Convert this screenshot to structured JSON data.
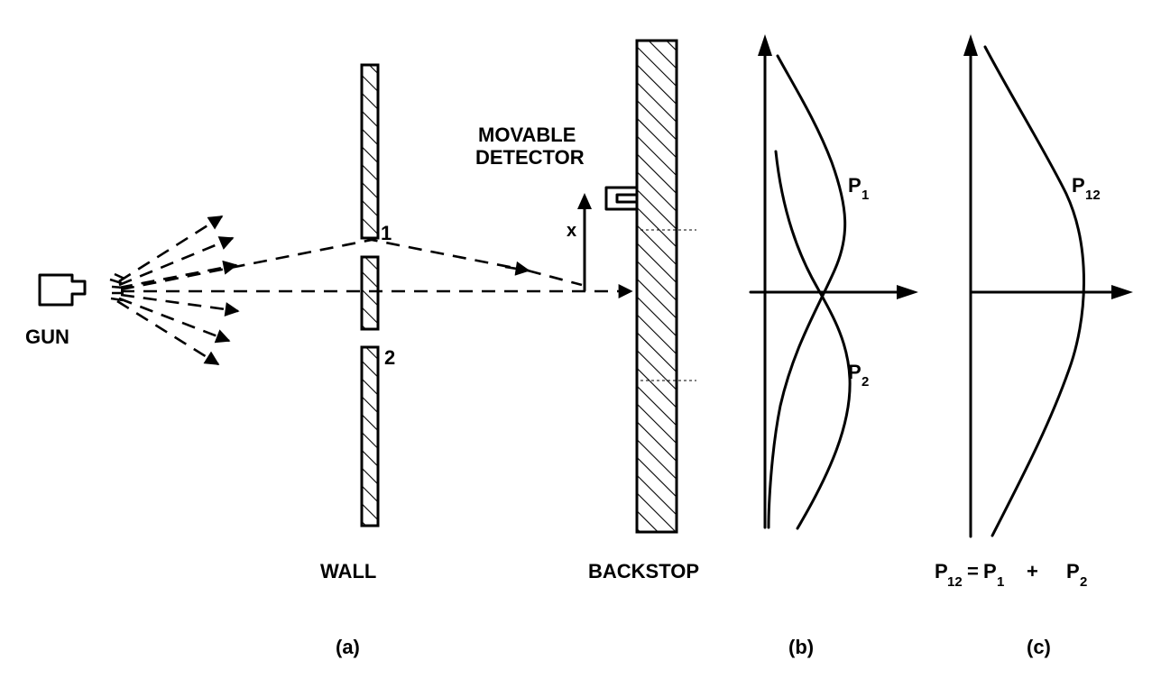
{
  "labels": {
    "gun": "GUN",
    "wall": "WALL",
    "backstop": "BACKSTOP",
    "detector_line1": "MOVABLE",
    "detector_line2": "DETECTOR",
    "x_axis": "x",
    "slit1": "1",
    "slit2": "2"
  },
  "panel_labels": {
    "a": "(a)",
    "b": "(b)",
    "c": "(c)"
  },
  "curves": {
    "p1_main": "P",
    "p1_sub": "1",
    "p2_main": "P",
    "p2_sub": "2",
    "p12_main": "P",
    "p12_sub": "12"
  },
  "equation": {
    "lhs_main": "P",
    "lhs_sub": "12",
    "eq": "=",
    "t1_main": "P",
    "t1_sub": "1",
    "plus": "+",
    "t2_main": "P",
    "t2_sub": "2"
  }
}
